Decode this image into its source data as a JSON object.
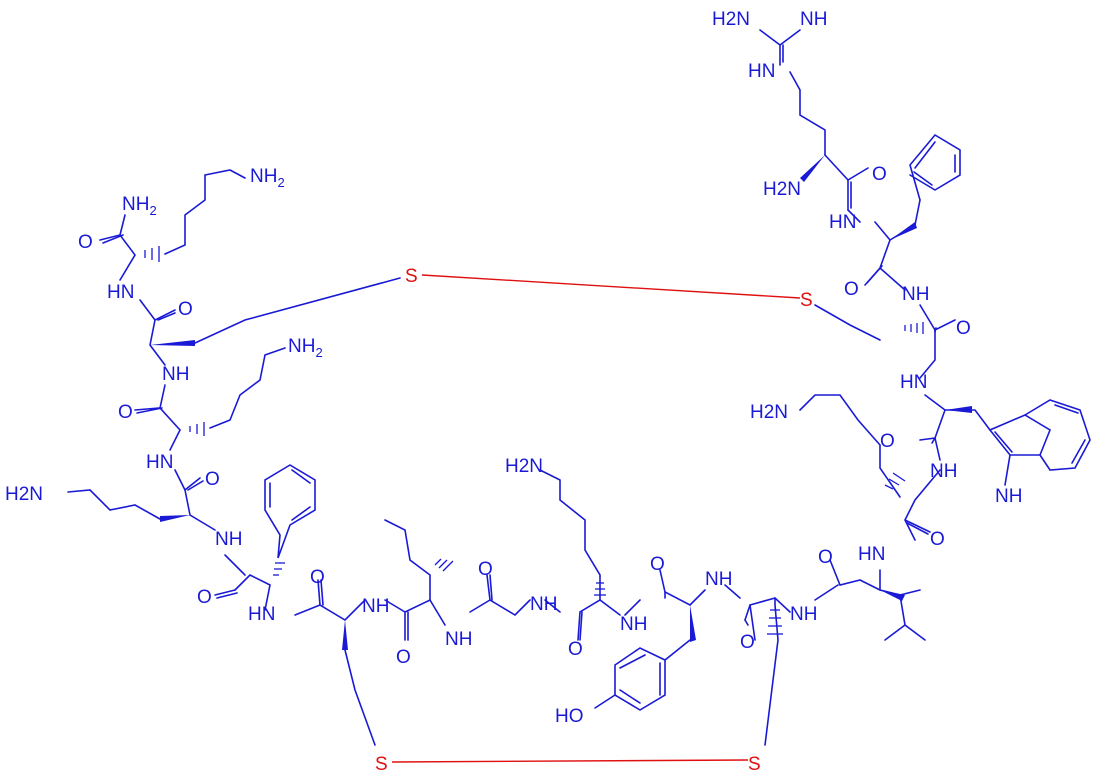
{
  "structure": {
    "labels": {
      "guanidine_nh2": "H2N",
      "guanidine_nh": "NH",
      "guanidine_hn": "HN",
      "arg_nh2": "H2N",
      "arg_o": "O",
      "phe1_hn": "HN",
      "phe1_o": "O",
      "cys1_nh": "NH",
      "cys1_s": "S",
      "cys1_o": "O",
      "trp_hn": "HN",
      "trp_o": "O",
      "indole_nh": "NH",
      "lys_r_nh2": "H2N",
      "lys_r_nh": "NH",
      "lys_r_o": "O",
      "val_hn": "HN",
      "val_o": "O",
      "val_nh": "NH",
      "cys2_o": "O",
      "cys2_s": "S",
      "tyr_nh": "NH",
      "tyr_o": "O",
      "tyr_ho": "HO",
      "lys_m_nh2": "H2N",
      "lys_m_nh": "NH",
      "lys_m_o": "O",
      "gly_nh": "NH",
      "gly_o": "O",
      "ile_nh": "NH",
      "ile_o": "O",
      "cys3_nh": "NH",
      "cys3_o": "O",
      "cys3_s": "S",
      "phe2_hn": "HN",
      "phe2_o": "O",
      "lys_l_nh2": "H2N",
      "lys_l_nh": "NH",
      "lys_l_o": "O",
      "lys_l2_hn": "HN",
      "lys_l2_o": "O",
      "lys_l2_nh2": "NH2",
      "cys4_nh": "NH",
      "cys4_o": "O",
      "cys4_s": "S",
      "lys_t_hn": "HN",
      "lys_t_nh2": "NH2",
      "amide_nh2": "NH2",
      "amide_o": "O"
    }
  }
}
